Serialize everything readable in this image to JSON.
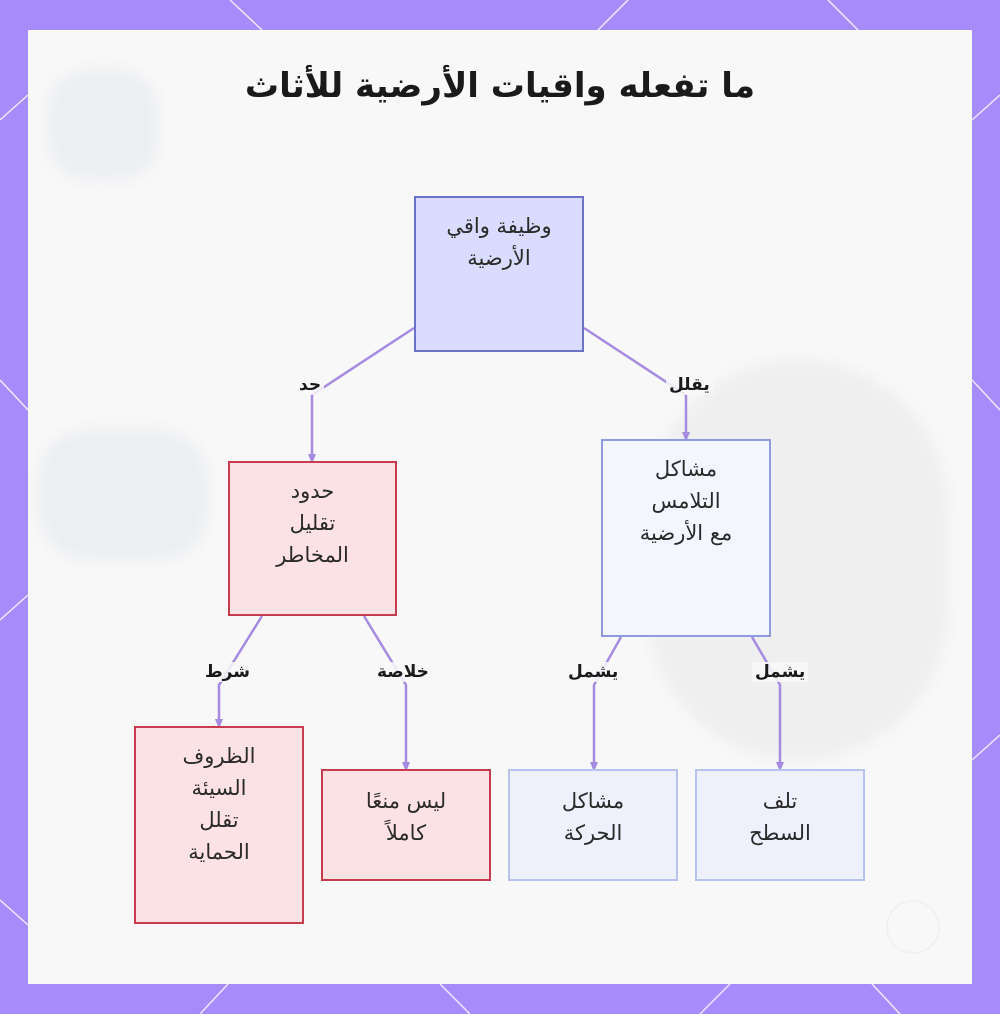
{
  "diagram": {
    "title": "ما تفعله واقيات الأرضية للأثاث",
    "nodes": {
      "root": "وظيفة واقي\nالأرضية",
      "contact": "مشاكل\nالتلامس\nمع الأرضية",
      "limits": "حدود\nتقليل\nالمخاطر",
      "damage": "تلف\nالسطح",
      "motion": "مشاكل\nالحركة",
      "notfull": "ليس منعًا\nكاملاً",
      "harsh": "الظروف\nالسيئة\nتقلل\nالحماية"
    },
    "edges": {
      "reduces": "يقلل",
      "limit": "حد",
      "includes_1": "يشمل",
      "includes_2": "يشمل",
      "conclusion": "خلاصة",
      "condition": "شرط"
    }
  },
  "colors": {
    "frame": "#a78bfa",
    "edge": "#a68be0",
    "root_fill": "#d9dcff",
    "red_stroke": "#c63b4d",
    "red_fill": "#fde2e5",
    "blue_stroke": "#8e9be0"
  }
}
